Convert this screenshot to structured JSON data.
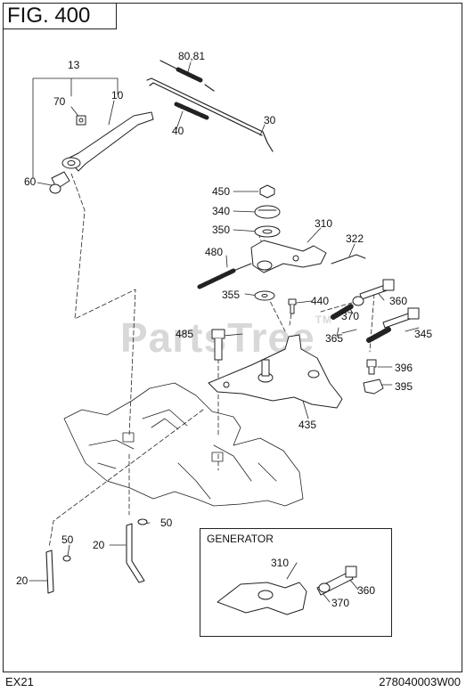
{
  "header": {
    "figure_label": "FIG. 400"
  },
  "watermark": {
    "text": "PartsTree",
    "trademark": "TM"
  },
  "footer": {
    "model": "EX21",
    "part_number": "278040003W00"
  },
  "inset": {
    "title": "GENERATOR"
  },
  "callouts": {
    "c13": "13",
    "c70": "70",
    "c10": "10",
    "c60": "60",
    "c8081": "80,81",
    "c40": "40",
    "c30": "30",
    "c450": "450",
    "c340": "340",
    "c350": "350",
    "c310": "310",
    "c322": "322",
    "c480": "480",
    "c355": "355",
    "c440": "440",
    "c360": "360",
    "c370": "370",
    "c485": "485",
    "c365": "365",
    "c345": "345",
    "c396": "396",
    "c395": "395",
    "c435": "435",
    "c50a": "50",
    "c20a": "20",
    "c50b": "50",
    "c20b": "20",
    "g310": "310",
    "g360": "360",
    "g370": "370"
  }
}
